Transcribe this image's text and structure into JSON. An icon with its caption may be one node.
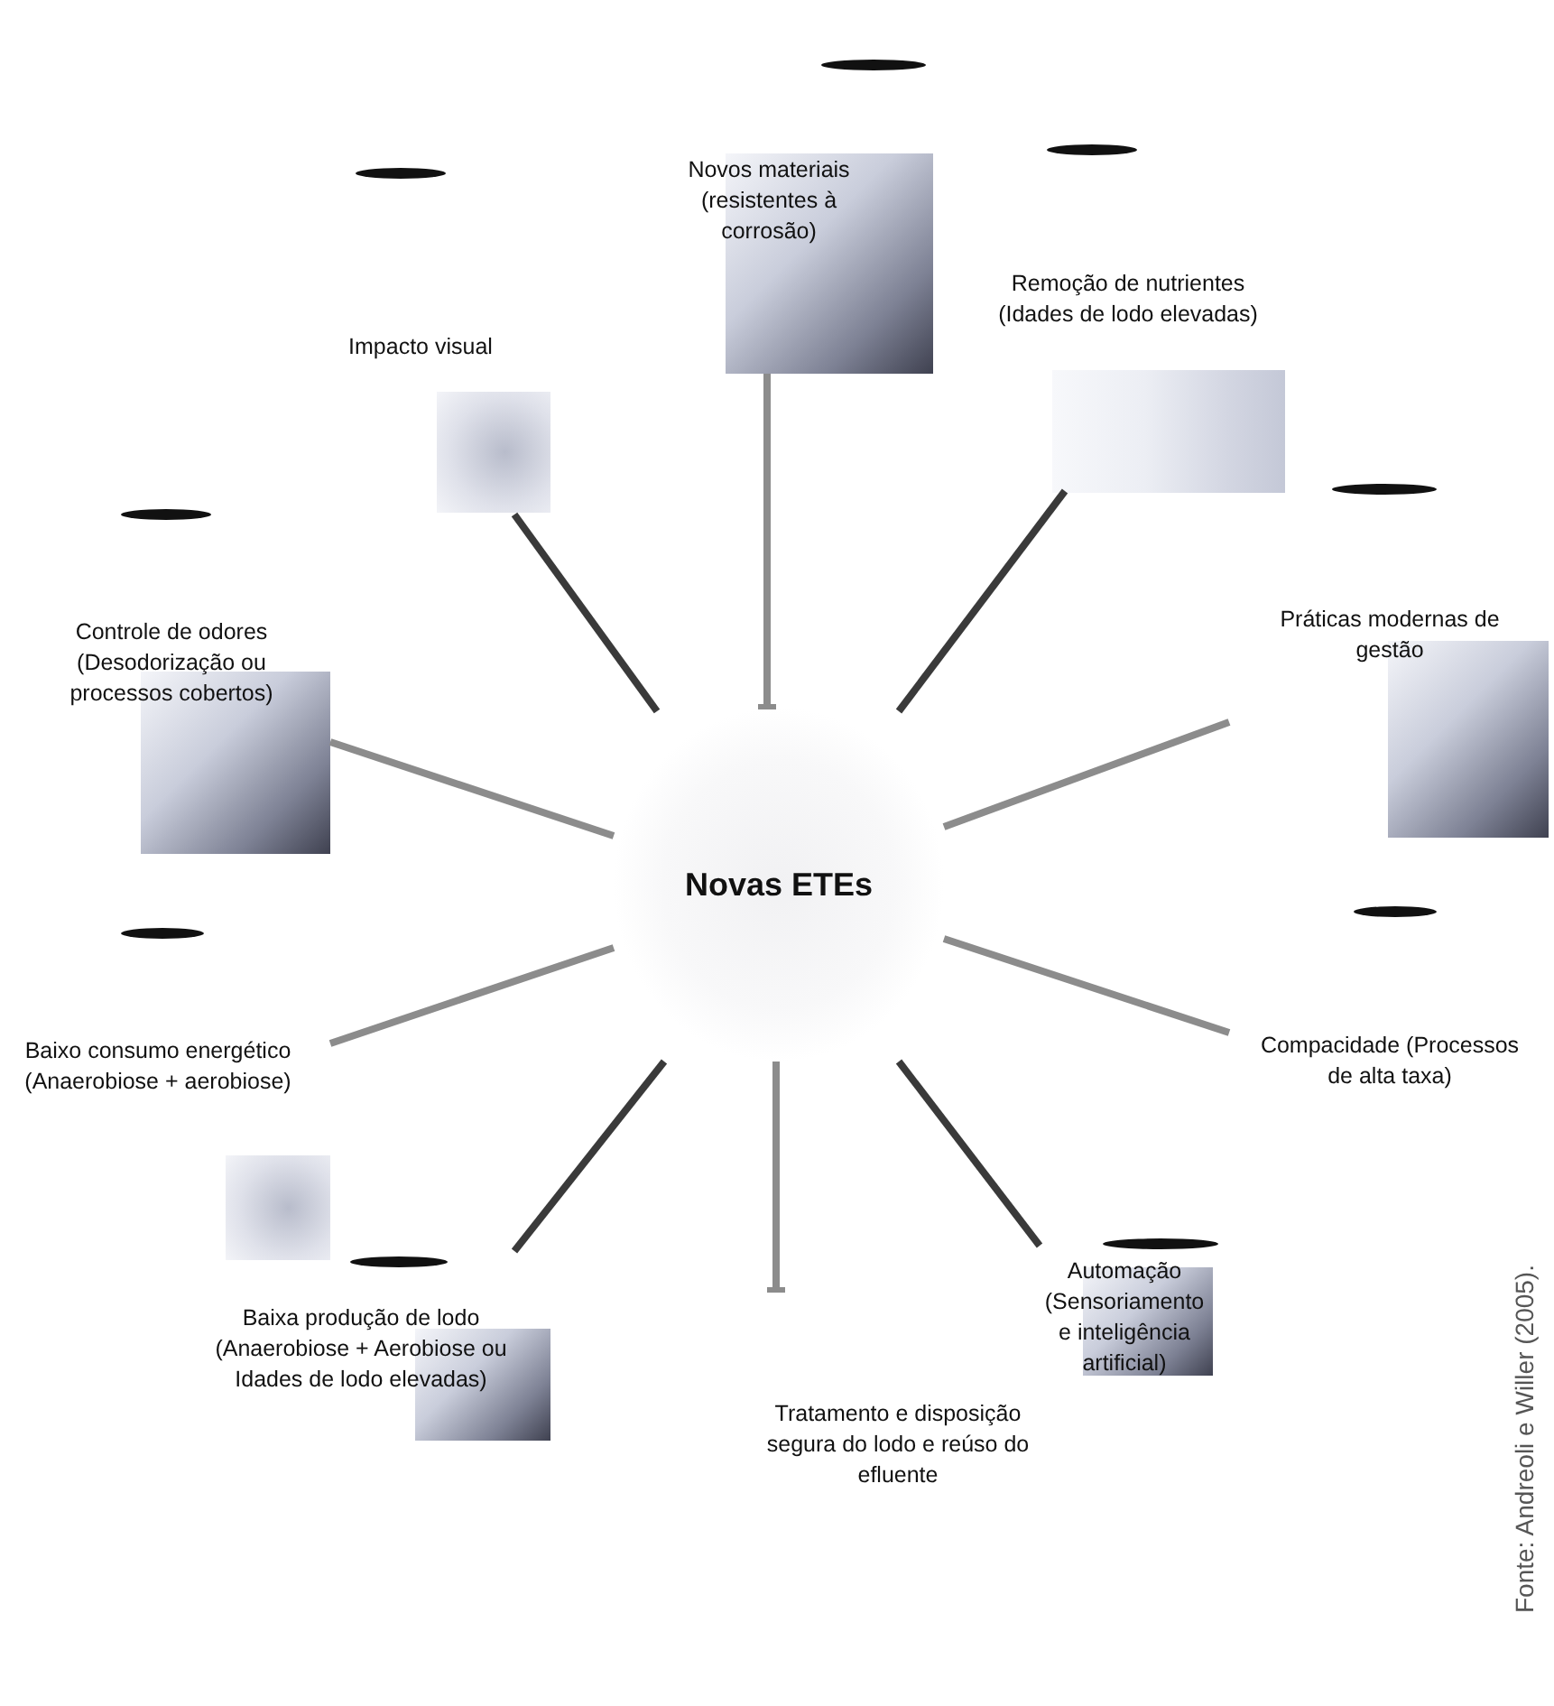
{
  "diagram": {
    "nodes": [
      {
        "text": [
          "Novas ETEs"
        ]
      },
      {
        "text": [
          "Impacto visual"
        ]
      },
      {
        "text": [
          "Novos materiais (resistentes à corrosão)"
        ]
      },
      {
        "text": [
          "Remoção de nutrientes (Idades de lodo elevadas)"
        ]
      },
      {
        "text": [
          "Práticas modernas de gestão"
        ]
      },
      {
        "text": [
          "Compacidade (Processos de alta taxa)"
        ]
      },
      {
        "text": [
          "Automação (Sensoriamento e inteligência artificial)"
        ]
      },
      {
        "text": [
          "Tratamento e disposição segura do lodo e reúso do efluente"
        ]
      },
      {
        "text": [
          "Baixa produção de lodo (Anaerobiose + Aerobiose ou Idades de lodo elevadas)"
        ]
      },
      {
        "text": [
          "Baixo consumo energético (Anaerobiose + aerobiose)"
        ]
      },
      {
        "text": [
          "Controle de odores (Desodorização ou processos cobertos)"
        ]
      }
    ],
    "edges": [
      {
        "from": 0,
        "to": 1,
        "arrow": "none",
        "color": "#3a3a3a"
      },
      {
        "from": 2,
        "to": 0,
        "arrow": "other"
      },
      {
        "from": 0,
        "to": 3,
        "arrow": "none",
        "color": "#3a3a3a"
      },
      {
        "from": 0,
        "to": 4,
        "arrow": "none"
      },
      {
        "from": 0,
        "to": 5,
        "arrow": "none"
      },
      {
        "from": 0,
        "to": 6,
        "arrow": "none",
        "color": "#3a3a3a"
      },
      {
        "from": 0,
        "to": 7,
        "arrow": "other"
      },
      {
        "from": 0,
        "to": 8,
        "arrow": "none",
        "color": "#3a3a3a"
      },
      {
        "from": 0,
        "to": 9,
        "arrow": "none"
      },
      {
        "from": 0,
        "to": 10,
        "arrow": "none"
      }
    ],
    "labels": [
      "Fonte: Andreoli e Willer (2005)."
    ]
  }
}
